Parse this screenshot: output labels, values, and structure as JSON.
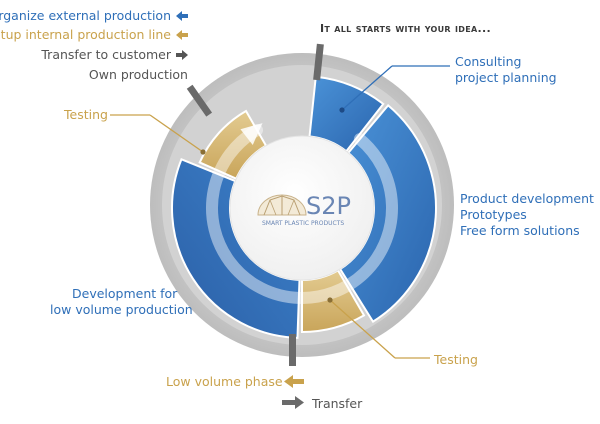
{
  "headline": "It all starts with your idea...",
  "legend": [
    {
      "label": "Organize external production",
      "color": "#2f6fb8",
      "icon": "arrow-left-icon"
    },
    {
      "label": "Setup internal production line",
      "color": "#c9a24c",
      "icon": "arrow-left-icon"
    },
    {
      "label": "Transfer to customer",
      "color": "#555555",
      "icon": "arrow-right-icon"
    },
    {
      "label": "Own production",
      "color": "#555555",
      "icon": ""
    }
  ],
  "labels": {
    "consulting_1": "Consulting",
    "consulting_2": "project planning",
    "product_dev_1": "Product development",
    "product_dev_2": "Prototypes",
    "product_dev_3": "Free form solutions",
    "testing_top": "Testing",
    "testing_bottom": "Testing",
    "low_volume_1": "Development for",
    "low_volume_2": "low volume production",
    "low_volume_phase": "Low volume phase",
    "transfer": "Transfer"
  },
  "logo": {
    "name": "S2P",
    "tagline": "SMART PLASTIC PRODUCTS"
  },
  "colors": {
    "blue": "#2f6fb8",
    "blue_light": "#3f86cf",
    "gold": "#c9a24c",
    "gold_fill": "#d9be7e",
    "ring_gray": "#cfcfcf",
    "ring_gray_dark": "#b8b8b8",
    "divider": "#6a6a6a"
  }
}
